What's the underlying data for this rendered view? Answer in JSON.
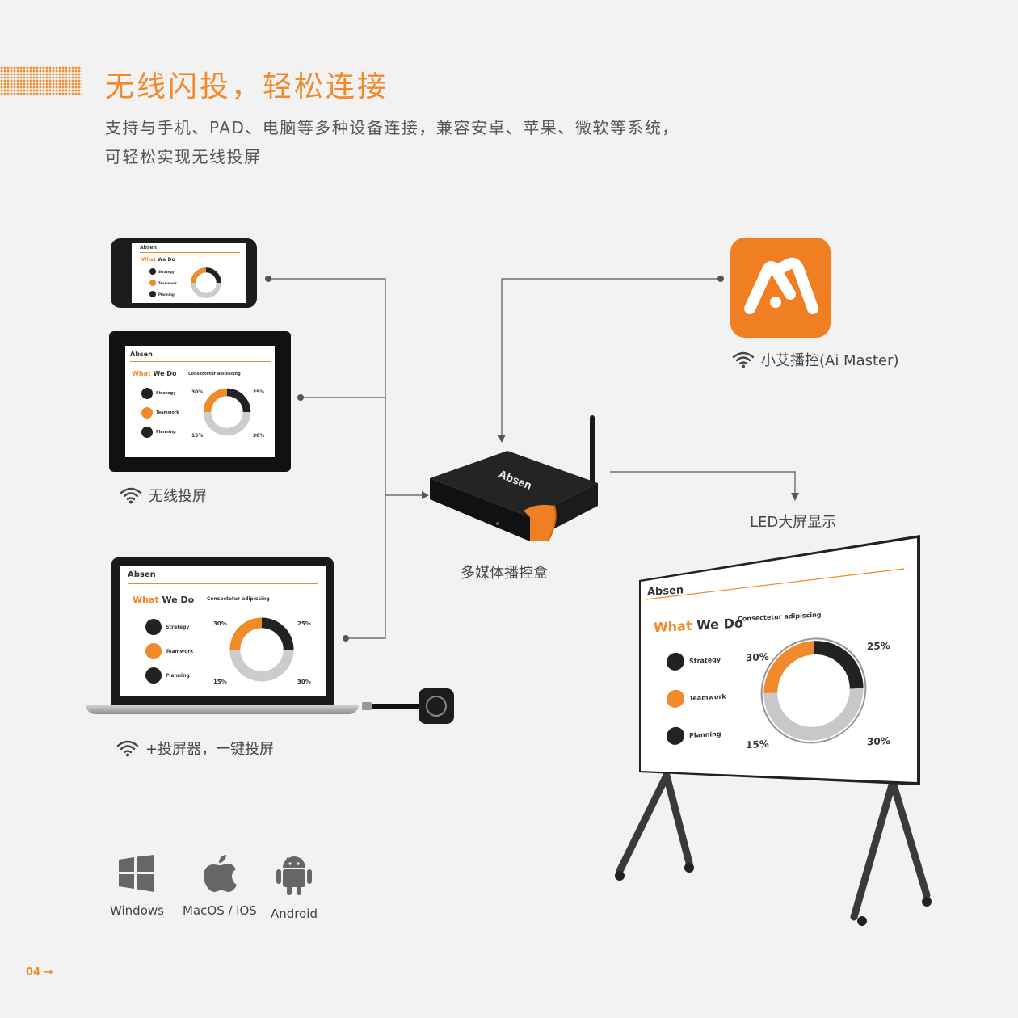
{
  "header": {
    "title": "无线闪投，轻松连接",
    "subtitle_line1": "支持与手机、PAD、电脑等多种设备连接，兼容安卓、苹果、微软等系统，",
    "subtitle_line2": "可轻松实现无线投屏"
  },
  "devices": {
    "tablet_caption": "无线投屏",
    "laptop_caption": "+投屏器，一键投屏",
    "app_caption": "小艾播控(Ai Master)",
    "box_caption": "多媒体播控盒",
    "box_brand": "Absen",
    "led_caption": "LED大屏显示"
  },
  "screen_content": {
    "brand": "Absen",
    "heading_what": "What",
    "heading_rest": "We Do",
    "sub": "Consectetur adipiscing",
    "items": [
      "Strategy",
      "Teamwork",
      "Planning"
    ],
    "pcts": [
      "30%",
      "25%",
      "15%",
      "30%"
    ]
  },
  "os": [
    {
      "label": "Windows",
      "icon": "windows-icon"
    },
    {
      "label": "MacOS / iOS",
      "icon": "apple-icon"
    },
    {
      "label": "Android",
      "icon": "android-icon"
    }
  ],
  "footer": {
    "page": "04"
  },
  "colors": {
    "accent": "#f08a2a",
    "dark": "#222222"
  }
}
